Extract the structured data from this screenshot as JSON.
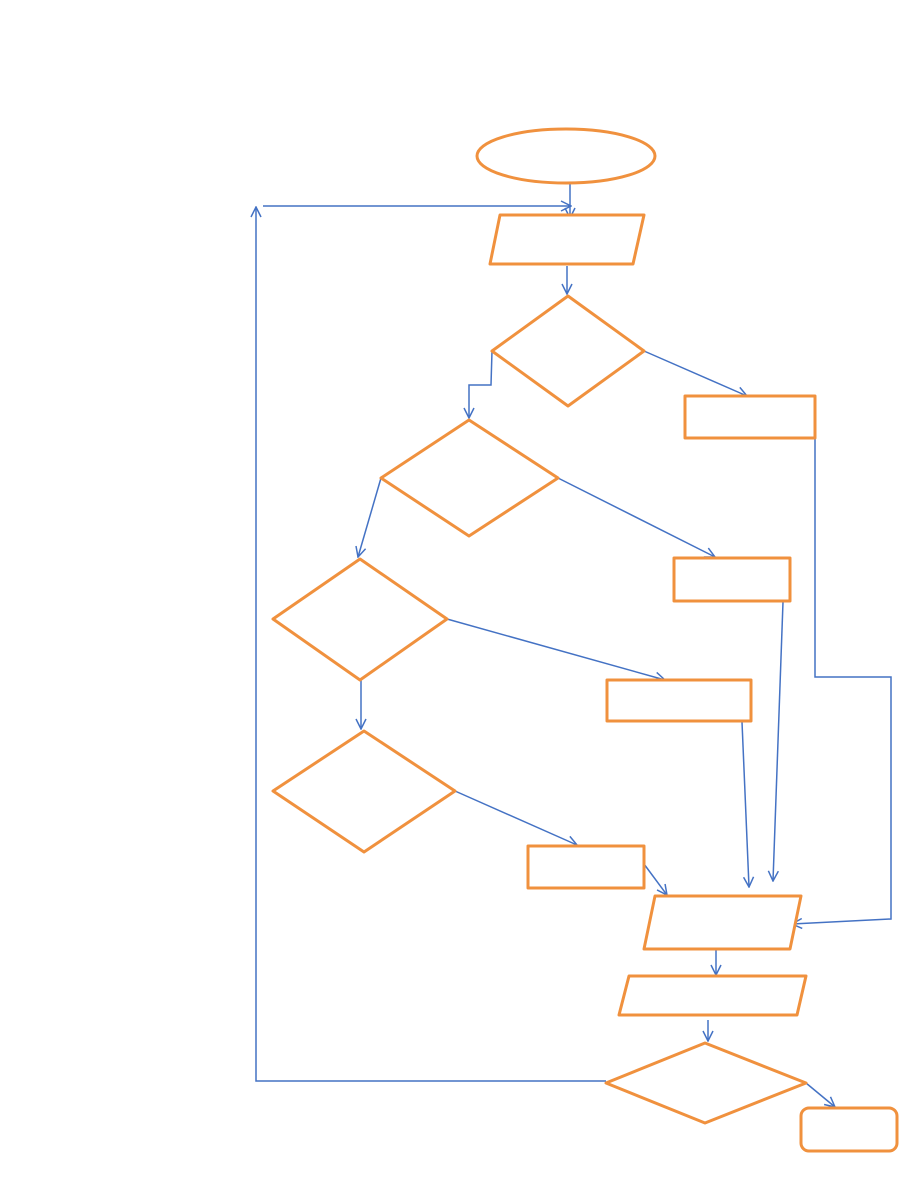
{
  "diagram": {
    "type": "flowchart",
    "colors": {
      "shape_stroke": "#F0913E",
      "connector": "#4472C4",
      "background": "#FFFFFF"
    },
    "nodes": [
      {
        "id": "start",
        "shape": "ellipse",
        "label": ""
      },
      {
        "id": "input",
        "shape": "parallelogram",
        "label": ""
      },
      {
        "id": "decision-1",
        "shape": "diamond",
        "label": ""
      },
      {
        "id": "process-1",
        "shape": "rectangle",
        "label": ""
      },
      {
        "id": "decision-2",
        "shape": "diamond",
        "label": ""
      },
      {
        "id": "process-2",
        "shape": "rectangle",
        "label": ""
      },
      {
        "id": "decision-3",
        "shape": "diamond",
        "label": ""
      },
      {
        "id": "process-3",
        "shape": "rectangle",
        "label": ""
      },
      {
        "id": "decision-4",
        "shape": "diamond",
        "label": ""
      },
      {
        "id": "process-4",
        "shape": "rectangle",
        "label": ""
      },
      {
        "id": "output-1",
        "shape": "parallelogram",
        "label": ""
      },
      {
        "id": "output-2",
        "shape": "parallelogram",
        "label": ""
      },
      {
        "id": "decision-5",
        "shape": "diamond",
        "label": ""
      },
      {
        "id": "end",
        "shape": "rounded-rectangle",
        "label": ""
      }
    ],
    "edges": [
      {
        "from": "start",
        "to": "input"
      },
      {
        "from": "input",
        "to": "decision-1"
      },
      {
        "from": "decision-1",
        "to": "process-1"
      },
      {
        "from": "decision-1",
        "to": "decision-2"
      },
      {
        "from": "decision-2",
        "to": "process-2"
      },
      {
        "from": "decision-2",
        "to": "decision-3"
      },
      {
        "from": "decision-3",
        "to": "process-3"
      },
      {
        "from": "decision-3",
        "to": "decision-4"
      },
      {
        "from": "decision-4",
        "to": "process-4"
      },
      {
        "from": "process-1",
        "to": "output-1"
      },
      {
        "from": "process-2",
        "to": "output-1"
      },
      {
        "from": "process-3",
        "to": "output-1"
      },
      {
        "from": "process-4",
        "to": "output-1"
      },
      {
        "from": "output-1",
        "to": "output-2"
      },
      {
        "from": "output-2",
        "to": "decision-5"
      },
      {
        "from": "decision-5",
        "to": "end"
      },
      {
        "from": "decision-5",
        "to": "input"
      }
    ]
  }
}
